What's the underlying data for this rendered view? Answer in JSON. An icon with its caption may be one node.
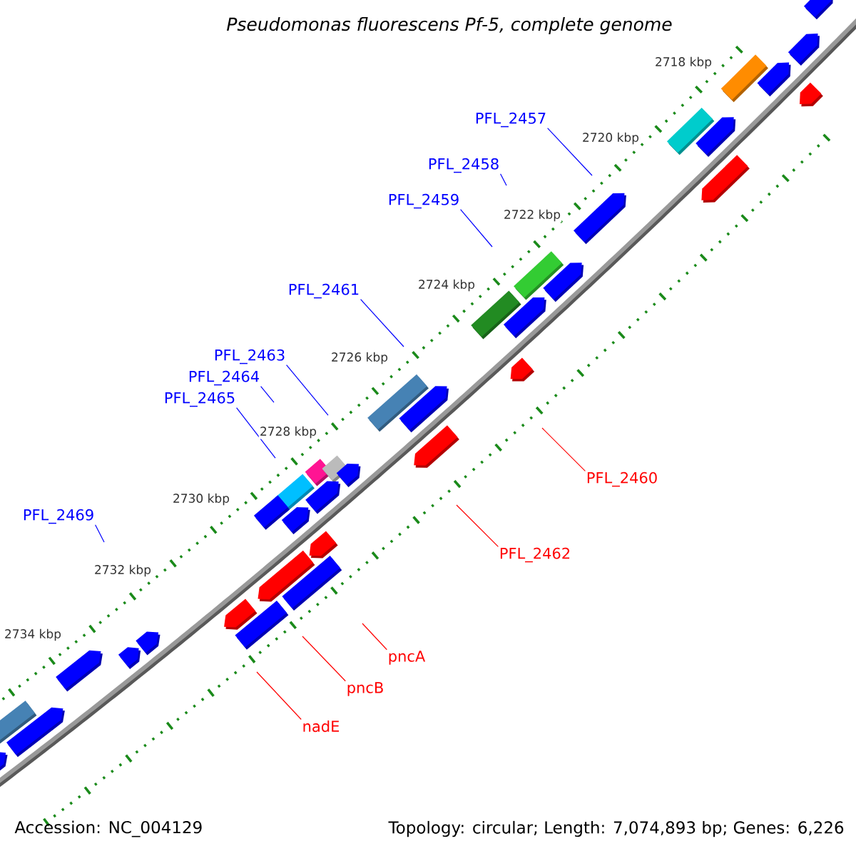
{
  "diagram": {
    "title": "Pseudomonas fluorescens Pf-5, complete genome",
    "nodes": [
      {
        "text": [
          "PFL_2457"
        ]
      },
      {
        "text": [
          "PFL_2458"
        ]
      },
      {
        "text": [
          "PFL_2459"
        ]
      },
      {
        "text": [
          "PFL_2461"
        ]
      },
      {
        "text": [
          "PFL_2463"
        ]
      },
      {
        "text": [
          "PFL_2464"
        ]
      },
      {
        "text": [
          "PFL_2465"
        ]
      },
      {
        "text": [
          "PFL_2460"
        ]
      },
      {
        "text": [
          "PFL_2469"
        ]
      },
      {
        "text": [
          "PFL_2462"
        ]
      },
      {
        "text": [
          "pncA"
        ]
      },
      {
        "text": [
          "pncB"
        ]
      },
      {
        "text": [
          "nadE"
        ]
      }
    ],
    "edges": [
      {
        "from": 0,
        "to": null,
        "arrow": "none"
      },
      {
        "from": 1,
        "to": null,
        "arrow": "none"
      },
      {
        "from": 2,
        "to": null,
        "arrow": "none"
      },
      {
        "from": 3,
        "to": null,
        "arrow": "none"
      },
      {
        "from": 4,
        "to": null,
        "arrow": "none"
      },
      {
        "from": 5,
        "to": null,
        "arrow": "none"
      },
      {
        "from": 6,
        "to": null,
        "arrow": "none"
      },
      {
        "from": 7,
        "to": null,
        "arrow": "none",
        "color": "#ff0000"
      },
      {
        "from": 8,
        "to": null,
        "arrow": "none"
      },
      {
        "from": 9,
        "to": null,
        "arrow": "none",
        "color": "#ff0000"
      },
      {
        "from": 10,
        "to": null,
        "arrow": "none",
        "color": "#ff0000"
      },
      {
        "from": 11,
        "to": null,
        "arrow": "none",
        "color": "#ff0000"
      },
      {
        "from": 12,
        "to": null,
        "arrow": "none",
        "color": "#ff0000"
      }
    ],
    "labels": [
      "2718 kbp",
      "2720 kbp",
      "2722 kbp",
      "2724 kbp",
      "2726 kbp",
      "2728 kbp",
      "2730 kbp",
      "2732 kbp",
      "2734 kbp",
      "Accession: NC_004129",
      "Topology: circular; Length: 7,074,893 bp; Genes: 6,226"
    ]
  }
}
